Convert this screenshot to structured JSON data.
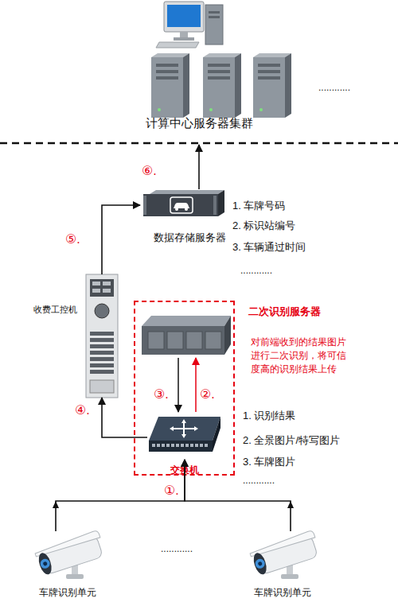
{
  "diagram": {
    "nodes": [
      {
        "text": [
          "计算中心服务器集群"
        ]
      },
      {
        "text": [
          "数据存储服务器"
        ]
      },
      {
        "text": [
          "收费工控机"
        ]
      },
      {
        "text": [
          "二次识别服务器",
          "对前端收到的结果图片 进行二次识别，将可信 度高的识别结果上传"
        ]
      },
      {
        "text": [
          "交换机"
        ],
        "in": 3
      },
      {
        "text": [
          "车牌识别单元"
        ]
      },
      {
        "text": [
          "车牌识别单元"
        ]
      }
    ],
    "edges": [
      {
        "from": 5,
        "to": 4,
        "arrow": "to"
      },
      {
        "from": 6,
        "to": 4,
        "arrow": "to"
      },
      {
        "from": 4,
        "to": 2,
        "arrow": "to"
      },
      {
        "from": 2,
        "to": 1,
        "arrow": "to"
      },
      {
        "from": 1,
        "to": 0,
        "arrow": "to"
      }
    ],
    "labels": [
      "............",
      "⑥.",
      "1. 车牌号码",
      "2. 标识站编号",
      "3. 车辆通过时间",
      "............",
      "⑤.",
      "③.",
      "②.",
      "④.",
      "1. 识别结果",
      "2. 全景图片/特写图片",
      "3. 车牌图片",
      "............",
      "①.",
      "............"
    ]
  }
}
